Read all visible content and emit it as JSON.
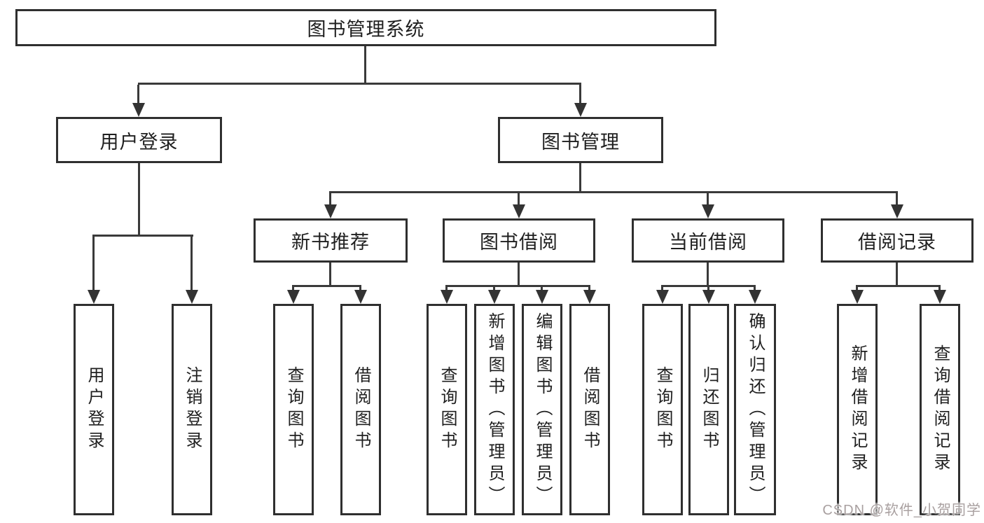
{
  "diagram": {
    "root": "图书管理系统",
    "level2": {
      "login": "用户登录",
      "mgmt": "图书管理"
    },
    "level3": {
      "recommend": "新书推荐",
      "borrow": "图书借阅",
      "current": "当前借阅",
      "records": "借阅记录"
    },
    "leaves": {
      "a1": "用户登录",
      "a2": "注销登录",
      "b1": "查询图书",
      "b2": "借阅图书",
      "c1": "查询图书",
      "c2": "新增图书（管理员）",
      "c3": "编辑图书（管理员）",
      "c4": "借阅图书",
      "d1": "查询图书",
      "d2": "归还图书",
      "d3": "确认归还（管理员）",
      "e1": "新增借阅记录",
      "e2": "查询借阅记录"
    }
  },
  "watermark": "CSDN @软件_小贺同学",
  "colors": {
    "background": "#ffffff",
    "line": "#3a3a3a",
    "border": "#2f2f2f",
    "text": "#1f1f1f",
    "watermark": "#a9a0a0"
  }
}
